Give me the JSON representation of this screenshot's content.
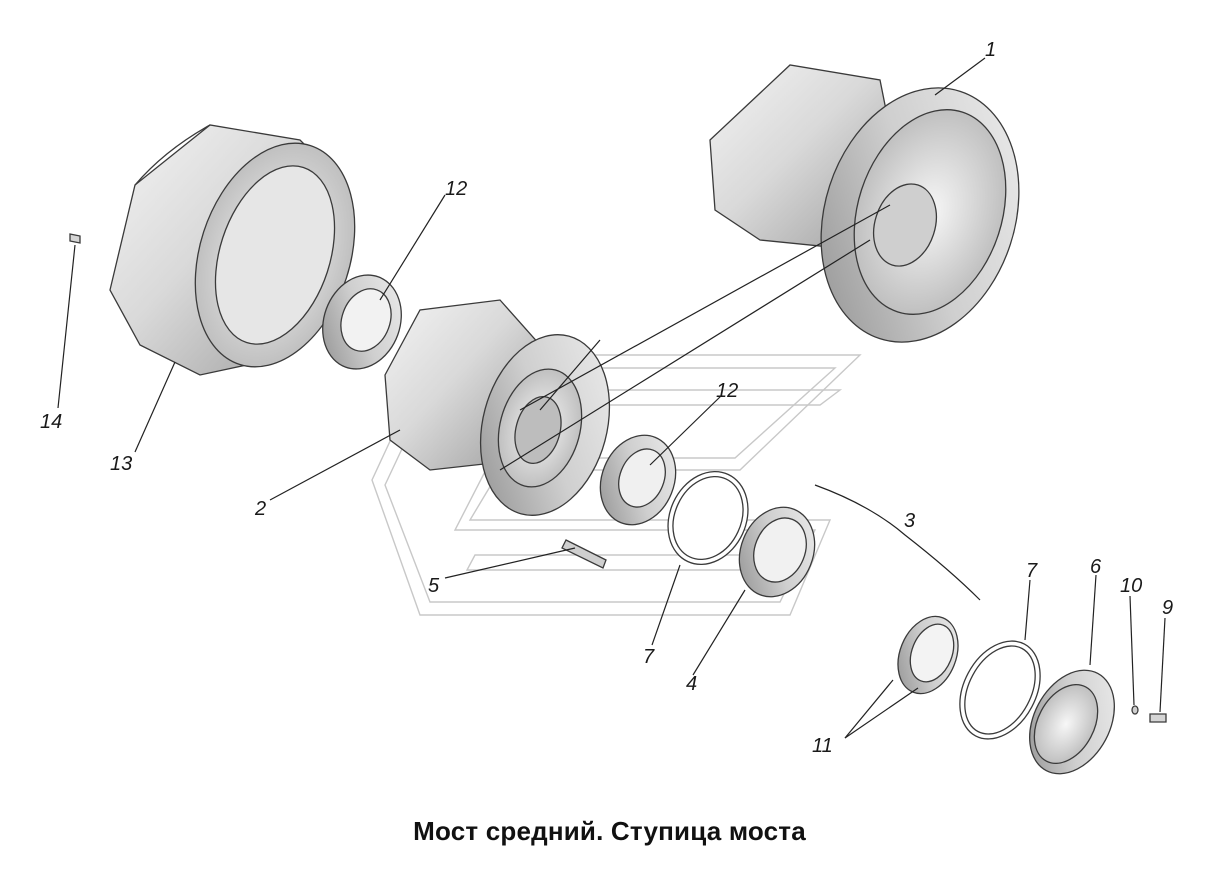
{
  "caption": "Мост средний. Ступица моста",
  "callouts": [
    "1",
    "2",
    "3",
    "4",
    "5",
    "6",
    "7",
    "7",
    "9",
    "10",
    "11",
    "12",
    "12",
    "13",
    "14"
  ]
}
